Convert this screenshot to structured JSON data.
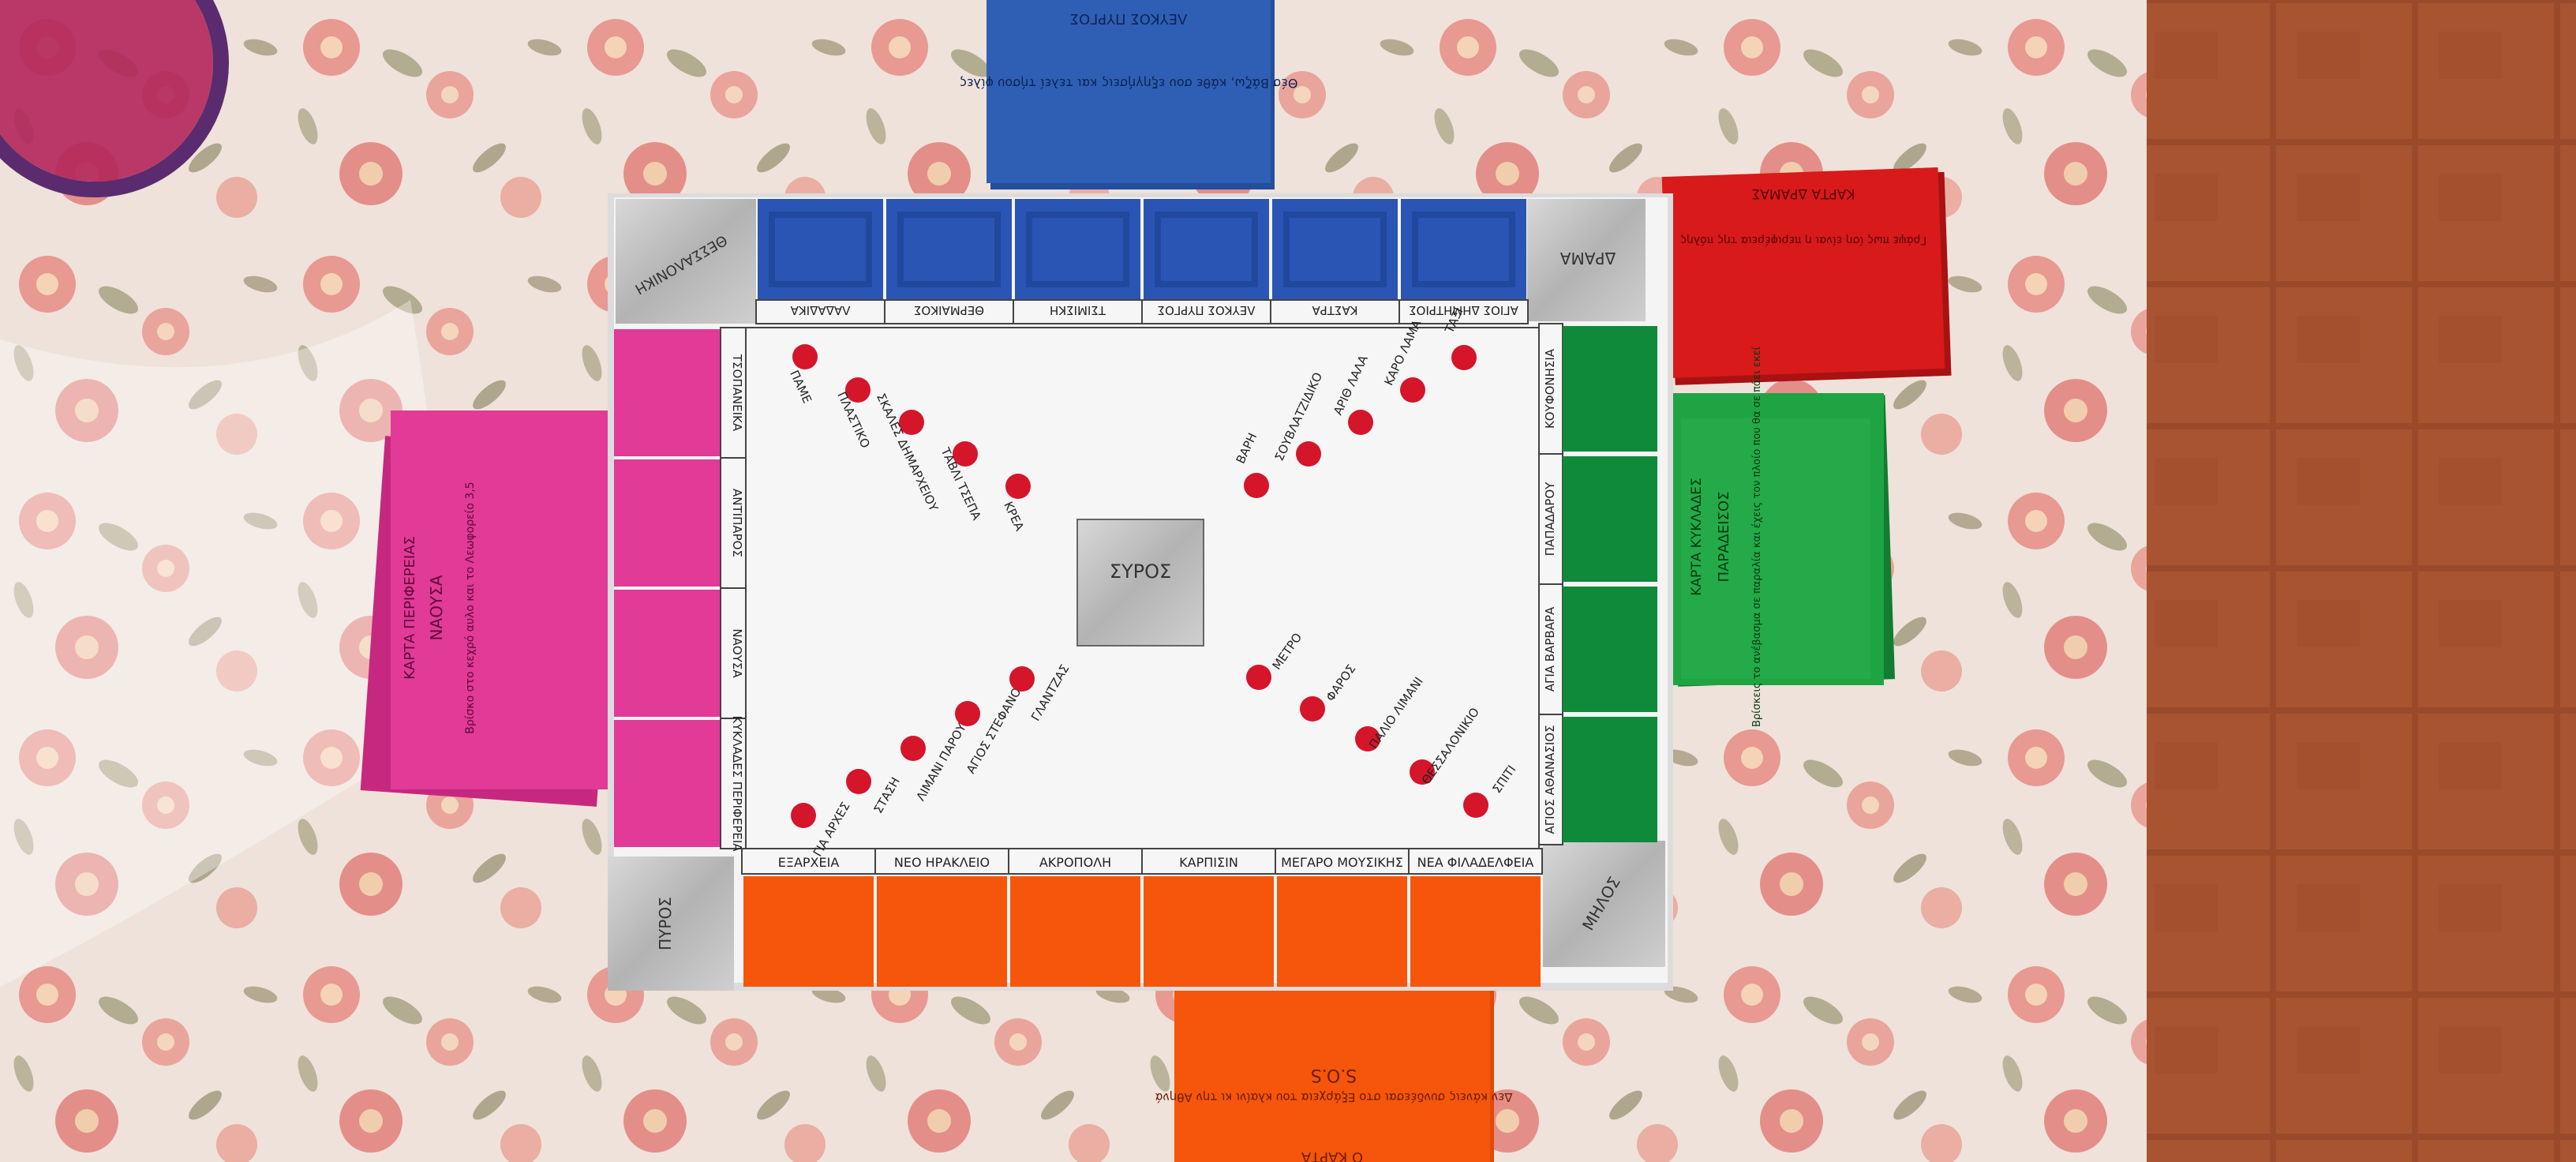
{
  "board": {
    "center_label": "ΣΥΡΟΣ",
    "corners": {
      "top_left": "ΘΕΣΣΑΛΟΝΙΚΗ",
      "top_right": "ΔΡΑΜΑ",
      "bottom_left": "ΠΥΡΟΣ",
      "bottom_right": "ΜΗΛΟΣ"
    },
    "top_row_labels": [
      "ΛΑΔΑΔΙΚΑ",
      "ΘΕΡΜΑΙΚΟΣ",
      "ΤΣΙΜΙΣΚΗ",
      "ΛΕΥΚΟΣ ΠΥΡΓΟΣ",
      "ΚΑΣΤΡΑ",
      "ΑΓΙΟΣ ΔΗΜΗΤΡΙΟΣ"
    ],
    "bottom_row_labels": [
      "ΕΞΑΡΧΕΙΑ",
      "ΝΕΟ ΗΡΑΚΛΕΙΟ",
      "ΑΚΡΟΠΟΛΗ",
      "ΚΑΡΠΙΣΙΝ",
      "ΜΕΓΑΡΟ ΜΟΥΣΙΚΗΣ",
      "ΝΕΑ ΦΙΛΑΔΕΛΦΕΙΑ"
    ],
    "left_col_labels": [
      "ΤΣΟΠΑΝΕΙΚΑ",
      "ΑΝΤΙΠΑΡΟΣ",
      "ΝΑΟΥΣΑ",
      "ΚΥΚΛΑΔΕΣ ΠΕΡΙΦΕΡΕΙΑ"
    ],
    "right_col_labels": [
      "ΚΟΥΦΟΝΗΣΙΑ",
      "ΠΑΠΑΔΑΡΟΥ",
      "ΑΓΙΑ ΒΑΡΒΑΡΑ",
      "ΑΓΙΟΣ ΑΘΑΝΑΣΙΟΣ"
    ],
    "diagonal_labels": {
      "upper_left": [
        "ΠΑΜΕ",
        "ΠΛΑΣΤΙΚΟ",
        "ΣΚΑΛΕΣ ΔΗΜΑΡΧΕΙΟΥ",
        "ΤΑΒΛΙ ΤΣΕΠΑ",
        "ΚΡΕΑ"
      ],
      "upper_right": [
        "ΤΑΞΙ",
        "ΚΑΡΟ ΛΑΜΑ",
        "ΑΡΙΘ ΛΑΛΑ",
        "ΣΟΥΒΛΑΤΖΙΔΙΚΟ",
        "ΒΑΡΗ"
      ],
      "lower_left": [
        "ΓΙΑ ΑΡΧΕΣ",
        "ΣΤΑΣΗ",
        "ΛΙΜΑΝΙ ΠΑΡΟΥ",
        "ΑΓΙΟΣ ΣΤΕΦΑΝΟΣ",
        "ΓΛΑΝΤΖΑΣ"
      ],
      "lower_right": [
        "ΜΕΤΡΟ",
        "ΦΑΡΟΣ",
        "ΠΑΛΙΟ ΛΙΜΑΝΙ",
        "ΘΕΣΣΑΛΟΝΙΚΙΟ",
        "ΣΠΙΤΙ"
      ]
    }
  },
  "cards": {
    "blue": {
      "title": "ΛΕΥΚΟΣ ΠΥΡΓΟΣ",
      "text": "Θέσ Βάζω, κάθε σου εξηγήσεις και τελεί τήσου φίλες"
    },
    "pink": {
      "title": "ΚΑΡΤΑ ΠΕΡΙΦΕΡΕΙΑΣ",
      "subtitle": "ΝΑΟΥΣΑ",
      "text": "Βρίσκο στο κεχρό αυλο και το Λεωφορείο 3,5"
    },
    "red": {
      "title": "ΚΑΡΤΑ ΔΡΑΜΑΣ",
      "text": "Γράψε πως ίση είναι η περιφέρεια της πόλης"
    },
    "green": {
      "title": "ΚΑΡΤΑ ΚΥΚΛΑΔΕΣ",
      "subtitle": "ΠΑΡΑΔΕΙΣΟΣ",
      "text": "Βρίσκεις το ανέβασμα σε παραλία και έχεις τον πλοίο που θα σε πάει εκεί"
    },
    "orange": {
      "title": "Ο ΚΑΡΤΑ",
      "subtitle": "S.O.S",
      "text": "Δεν κάνεις συνδέεσαι στο Εξάρχεια του κλαίνι κι την Αθηνά"
    }
  },
  "colors": {
    "blue": "#2a55b5",
    "green": "#0f8a3a",
    "pink": "#e13a97",
    "red": "#d81a1a",
    "orange": "#f6550c",
    "silver": "#b9b9b9",
    "board": "#f4f4f4",
    "dot": "#d4152a"
  }
}
